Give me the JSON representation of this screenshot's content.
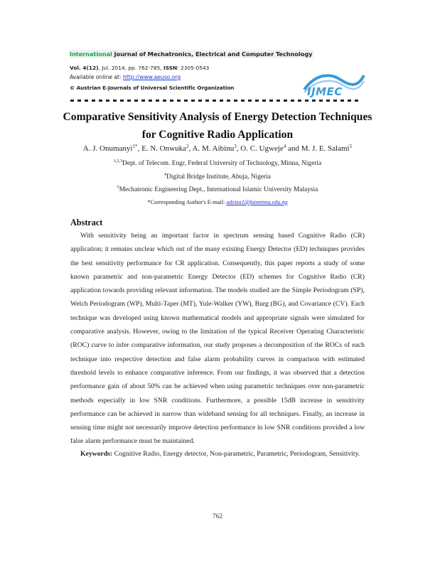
{
  "header": {
    "journal_prefix": "International",
    "journal_rest": " Journal of Mechatronics, Electrical and Computer Technology",
    "vol_label": "Vol. 4(12)",
    "vol_rest": ", Jul, 2014, pp. 762-785, ",
    "issn_label": "ISSN",
    "issn_value": ": 2305-0543",
    "available_label": "Available online at: ",
    "available_link": "http://www.aeuso.org",
    "copyright": "© Austrian E-Journals of Universal Scientific Organization",
    "logo_text": "IJMEC",
    "colors": {
      "green": "#1aa24a",
      "link": "#1a3fd0",
      "logo": "#3b9ad6"
    }
  },
  "title": {
    "line1": "Comparative Sensitivity Analysis of Energy Detection Techniques",
    "line2": "for Cognitive Radio Application"
  },
  "authors": [
    {
      "name": "A.   J. Onumanyi",
      "sup": "1*"
    },
    {
      "name": "E. N. Onwuka",
      "sup": "2"
    },
    {
      "name": "A. M. Aibinu",
      "sup": "3"
    },
    {
      "name": "O. C. Ugweje",
      "sup": "4"
    },
    {
      "name": "M. J. E. Salami",
      "sup": "5"
    }
  ],
  "affiliations": [
    {
      "sup": "1,2,3",
      "text": "Dept. of Telecom. Engr, Federal University of Technology, Minna, Nigeria"
    },
    {
      "sup": "4",
      "text": "Digital Bridge Institute, Abuja, Nigeria"
    },
    {
      "sup": "5",
      "text": "Mechatronic Engineering Dept., International Islamic University Malaysia"
    }
  ],
  "corresponding": {
    "label": "*Corresponding Author's E-mail:  ",
    "email": "adeiza1@futminna.edu.ng"
  },
  "abstract": {
    "heading": "Abstract",
    "text": "With sensitivity being an important factor in spectrum sensing based Cognitive Radio (CR) application; it remains unclear which out of the many existing Energy Detector (ED) techniques provides the best sensitivity performance for CR application. Consequently, this paper reports a study of some known parametric and non-parametric Energy Detector (ED) schemes for Cognitive Radio (CR) application towards providing relevant information. The models studied are the Simple Periodogram (SP), Welch Periodogram (WP), Multi-Taper (MT), Yule-Walker (YW), Burg (BG), and Covariance (CV). Each technique was developed using known mathematical models and appropriate signals were simulated for comparative analysis. However, owing to the limitation of the typical Receiver Operating Characteristic (ROC) curve to infer comparative information, our study proposes a decomposition of the ROCs of each technique into respective detection and false alarm probability curves in comparison with estimated threshold levels to enhance comparative inference. From our findings, it was observed that a detection performance gain of about 50% can be achieved when using parametric techniques over non-parametric methods especially in low SNR conditions. Furthermore, a possible 15dB increase in sensitivity performance can be achieved in narrow than wideband sensing for all techniques. Finally, an increase in sensing time might not necessarily improve detection performance in low SNR conditions provided a low false alarm performance must be maintained."
  },
  "keywords": {
    "label": "Keywords:",
    "text": " Cognitive Radio, Energy detector, Non-parametric, Parametric, Periodogram, Sensitivity."
  },
  "page_number": "762"
}
